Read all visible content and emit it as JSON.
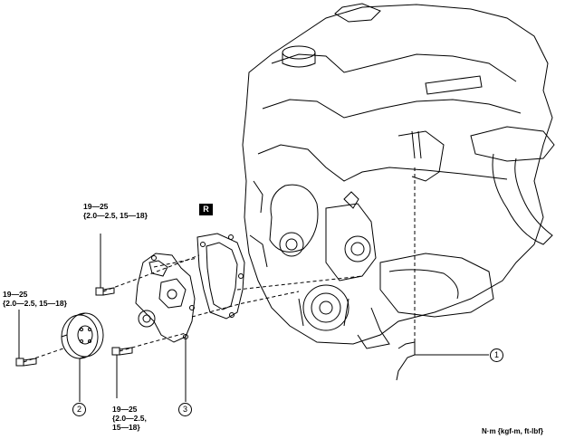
{
  "torque_specs": [
    {
      "line1": "19—25",
      "line2": "{2.0—2.5, 15—18}"
    },
    {
      "line1": "19—25",
      "line2": "{2.0—2.5, 15—18}"
    },
    {
      "line1": "19—25",
      "line2": "{2.0—2.5,",
      "line3": "15—18}"
    }
  ],
  "callouts": [
    "1",
    "2",
    "3"
  ],
  "replace_badge": "R",
  "units_note": "N·m {kgf-m, ft-lbf}"
}
